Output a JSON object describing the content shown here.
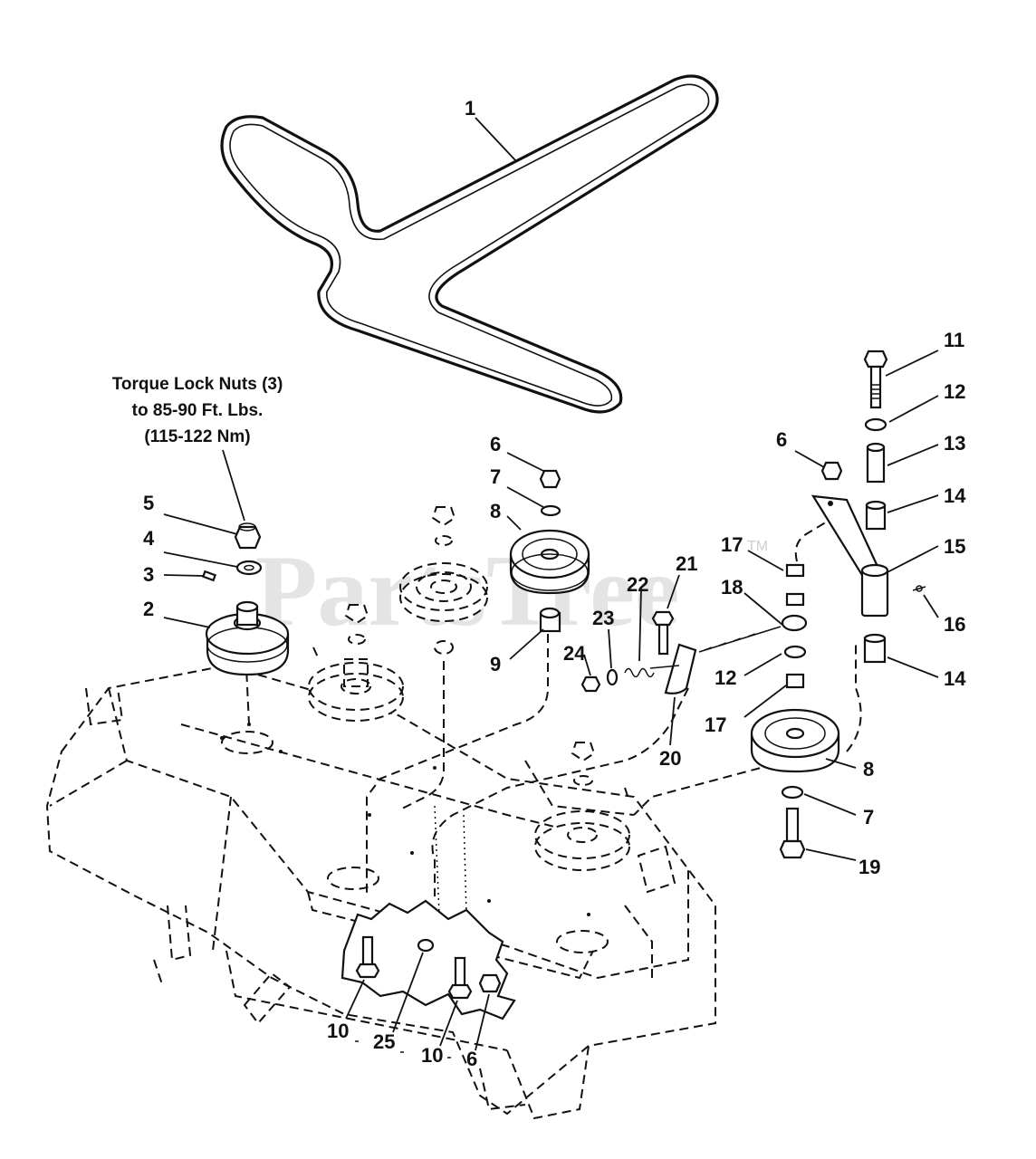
{
  "watermark": "PartsTree",
  "watermark_tm": "TM",
  "note": {
    "line1": "Torque Lock Nuts (3)",
    "line2": "to 85-90 Ft. Lbs.",
    "line3": "(115-122 Nm)"
  },
  "callouts": {
    "c1": "1",
    "c2": "2",
    "c3": "3",
    "c4": "4",
    "c5": "5",
    "c6a": "6",
    "c6b": "6",
    "c6c": "6",
    "c7a": "7",
    "c7b": "7",
    "c8a": "8",
    "c8b": "8",
    "c9": "9",
    "c10a": "10",
    "c10b": "10",
    "c11": "11",
    "c12a": "12",
    "c12b": "12",
    "c13": "13",
    "c14a": "14",
    "c14b": "14",
    "c15": "15",
    "c16": "16",
    "c17a": "17",
    "c17b": "17",
    "c18": "18",
    "c19": "19",
    "c20": "20",
    "c21": "21",
    "c22": "22",
    "c23": "23",
    "c24": "24",
    "c25": "25"
  }
}
